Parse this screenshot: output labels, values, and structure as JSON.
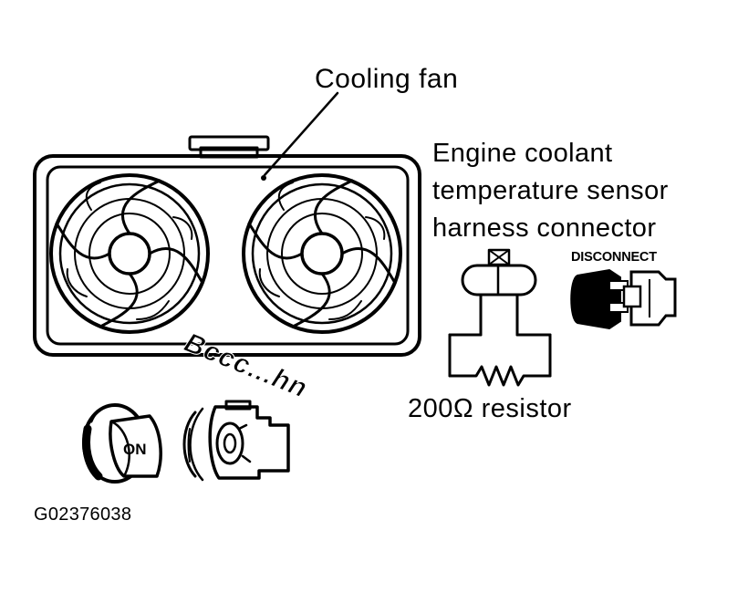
{
  "labels": {
    "cooling_fan": "Cooling fan",
    "ect_line1": "Engine coolant",
    "ect_line2": "temperature sensor",
    "ect_line3": "harness connector",
    "resistor": "200Ω resistor",
    "figure_code": "G02376038"
  },
  "badges": {
    "disconnect": "DISCONNECT",
    "ignition_on": "ON",
    "sound": "Bccc...hn"
  },
  "colors": {
    "ink": "#000000",
    "paper": "#ffffff"
  },
  "icons": [
    "cooling-fan-assembly-icon",
    "resistor-icon",
    "disconnect-connector-icon",
    "ignition-key-icon",
    "engine-start-icon"
  ]
}
